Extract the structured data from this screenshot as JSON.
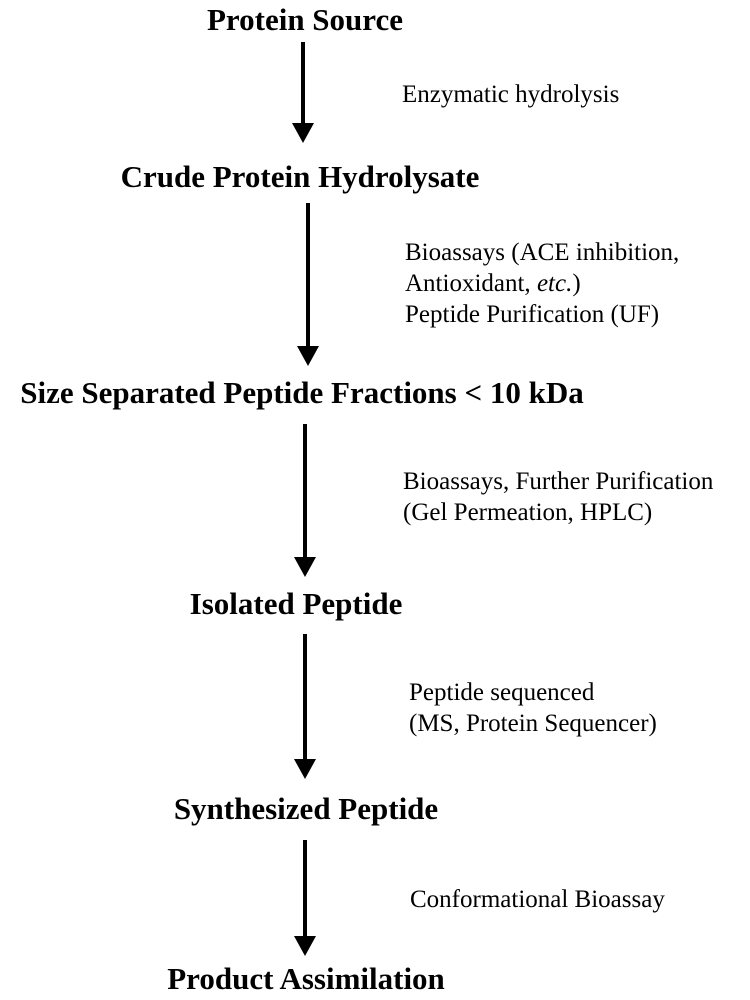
{
  "colors": {
    "background": "#ffffff",
    "text": "#000000",
    "arrow": "#000000"
  },
  "flow": {
    "nodes": [
      {
        "label": "Protein Source"
      },
      {
        "label": "Crude Protein Hydrolysate"
      },
      {
        "label": "Size Separated Peptide Fractions < 10 kDa"
      },
      {
        "label": "Isolated Peptide"
      },
      {
        "label": "Synthesized Peptide"
      },
      {
        "label": "Product Assimilation"
      }
    ],
    "edges": [
      {
        "from": "Protein Source",
        "to": "Crude Protein Hydrolysate",
        "annotation": "Enzymatic hydrolysis"
      },
      {
        "from": "Crude Protein Hydrolysate",
        "to": "Size Separated Peptide Fractions < 10 kDa",
        "annotation_line1": "Bioassays (ACE inhibition,",
        "annotation_line2_prefix": "Antioxidant, ",
        "annotation_line2_italic": "etc.",
        "annotation_line2_suffix": ")",
        "annotation_line3": "Peptide Purification (UF)"
      },
      {
        "from": "Size Separated Peptide Fractions < 10 kDa",
        "to": "Isolated Peptide",
        "annotation_line1": "Bioassays, Further Purification",
        "annotation_line2": "(Gel Permeation, HPLC)"
      },
      {
        "from": "Isolated Peptide",
        "to": "Synthesized Peptide",
        "annotation_line1": "Peptide sequenced",
        "annotation_line2": "(MS, Protein Sequencer)"
      },
      {
        "from": "Synthesized Peptide",
        "to": "Product Assimilation",
        "annotation": "Conformational Bioassay"
      }
    ]
  }
}
